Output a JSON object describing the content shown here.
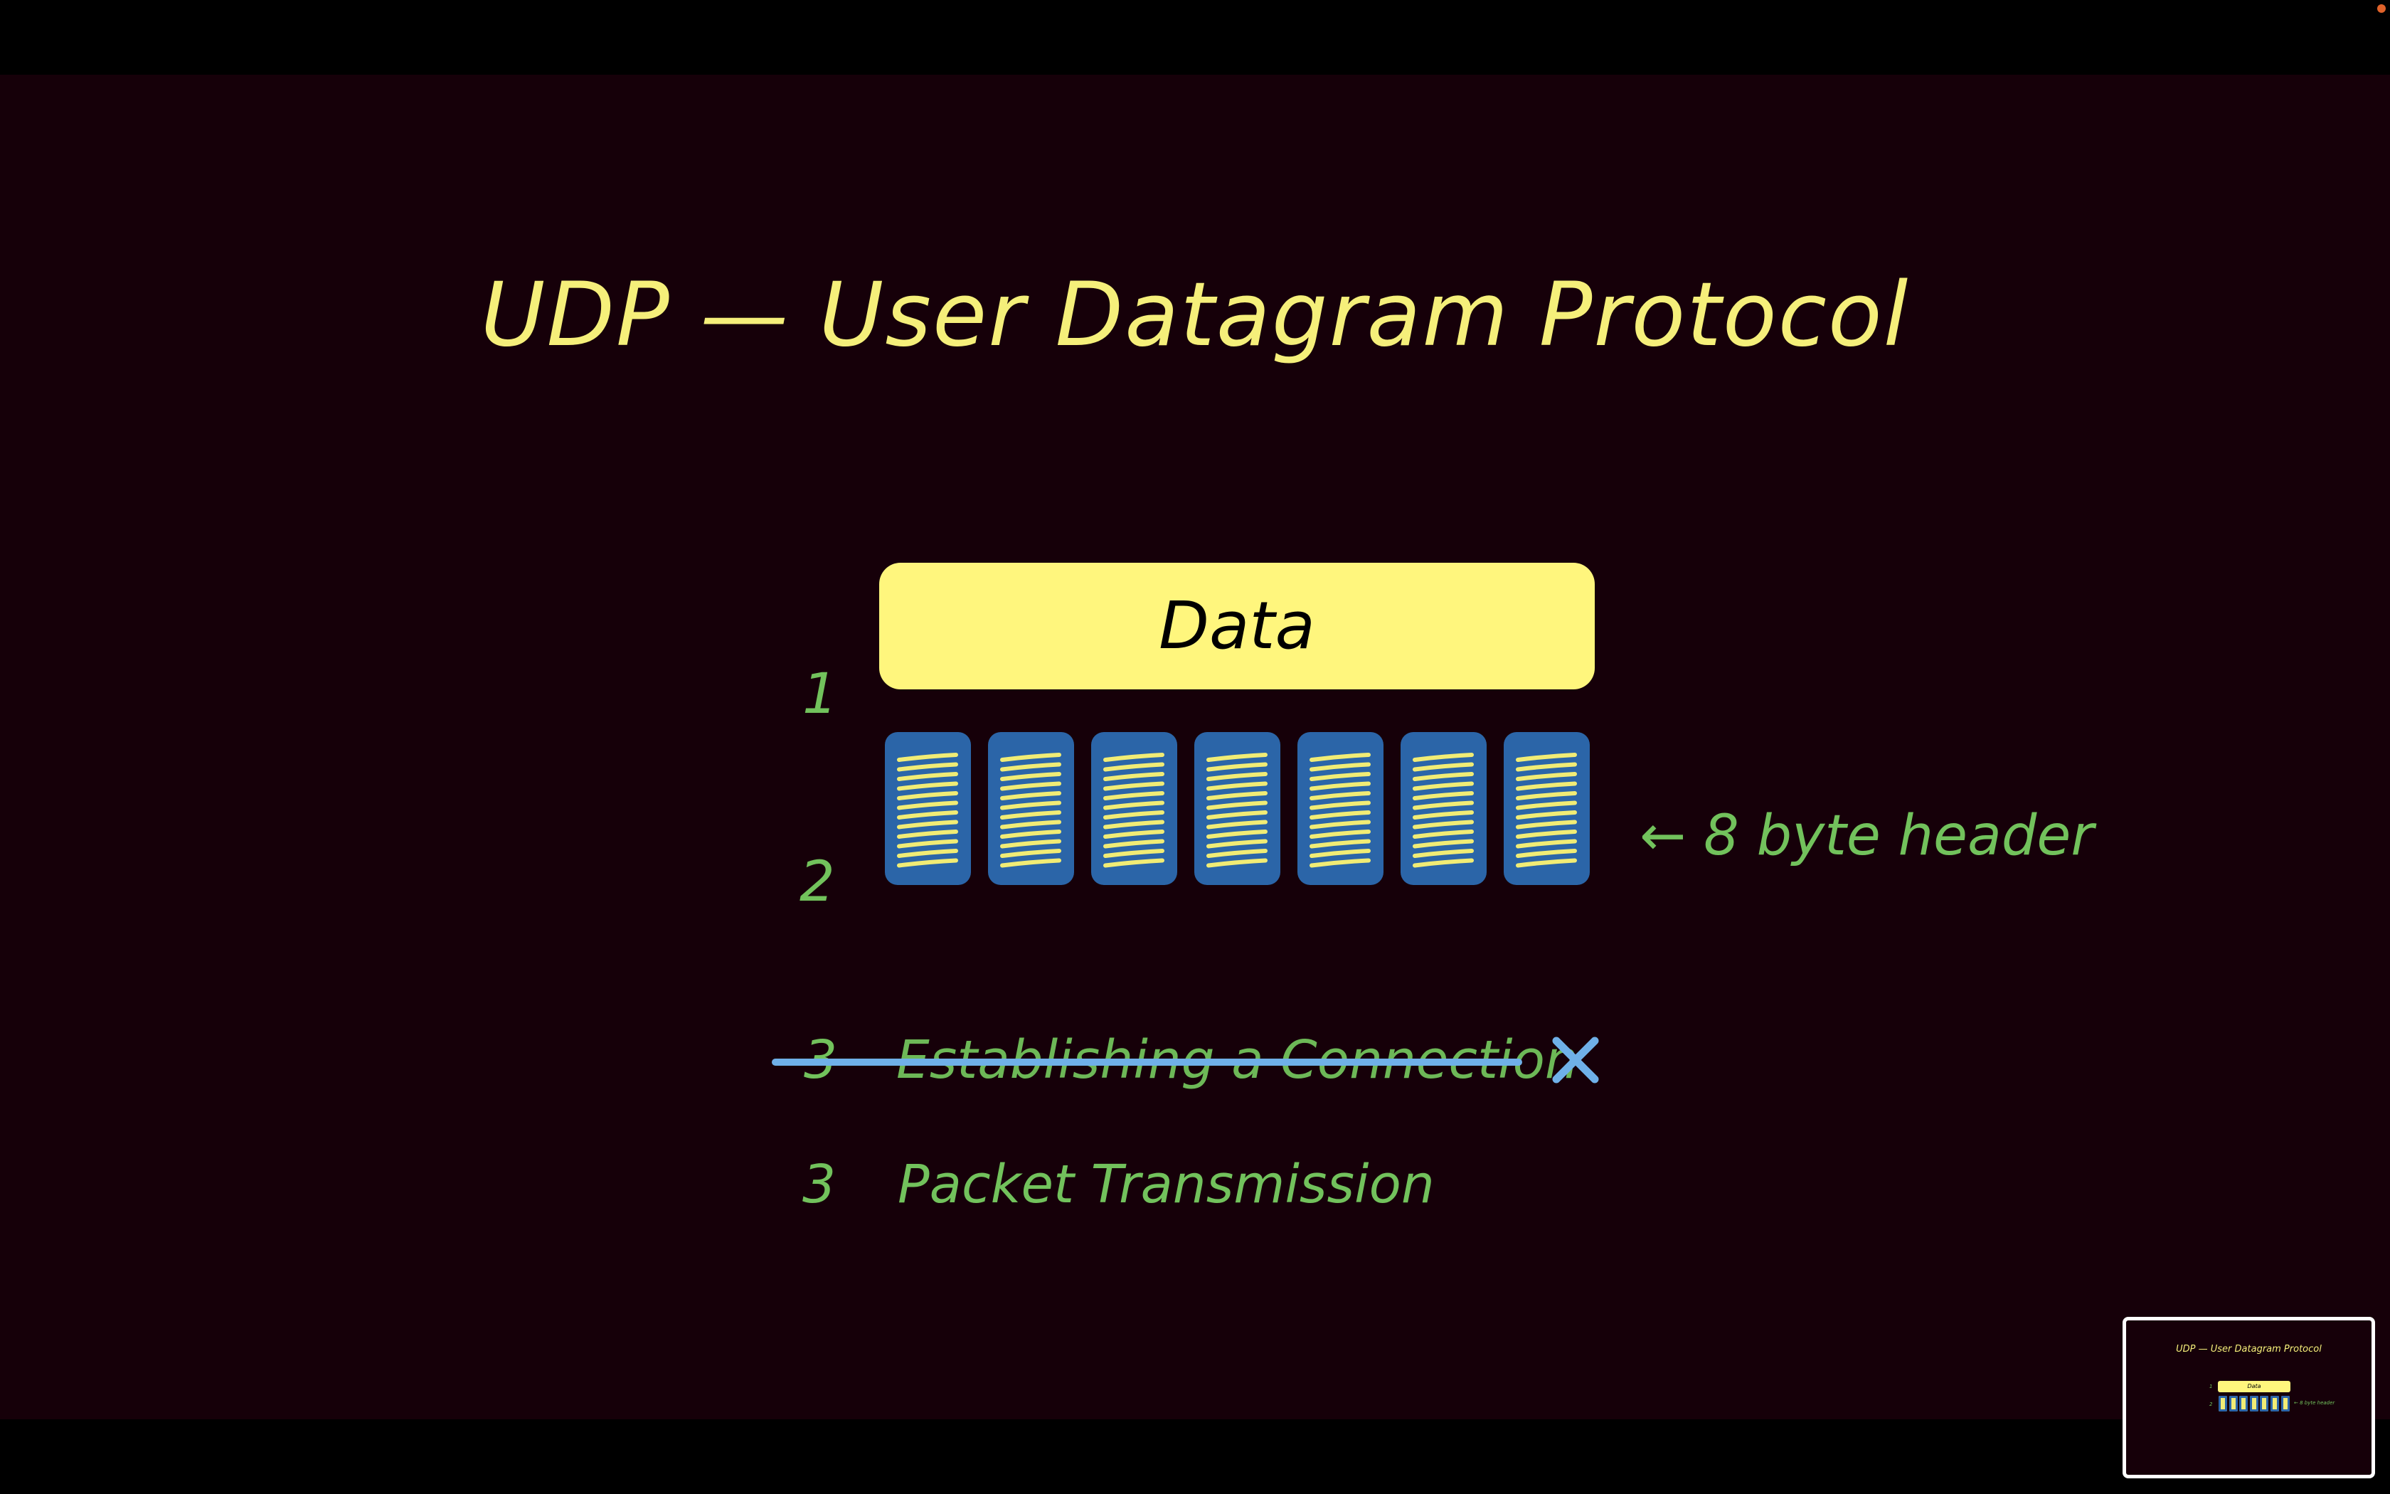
{
  "slide": {
    "title": "UDP — User Datagram Protocol",
    "items": {
      "row1_number": "1",
      "data_label": "Data",
      "row2_number": "2",
      "header_label": "← 8 byte header",
      "packet_count": 7,
      "struck_number": "3",
      "struck_label": "Establishing a Connection",
      "row3_number": "3",
      "row3_label": "Packet Transmission"
    }
  },
  "thumbnail": {
    "title": "UDP — User Datagram Protocol",
    "row1_number": "1",
    "data_label": "Data",
    "row2_number": "2",
    "header_label": "← 8 byte header"
  },
  "colors": {
    "background": "#160009",
    "title_yellow": "#f5ef7a",
    "data_yellow": "#fff67d",
    "green": "#72c25c",
    "packet_blue": "#2b65a8",
    "packet_lines": "#f1ec75",
    "strike_blue": "#6fb0e8",
    "rec_dot": "#e0622a"
  },
  "icons": {
    "cross": "close-x-icon",
    "packet_lines": "striped-lines-icon"
  }
}
